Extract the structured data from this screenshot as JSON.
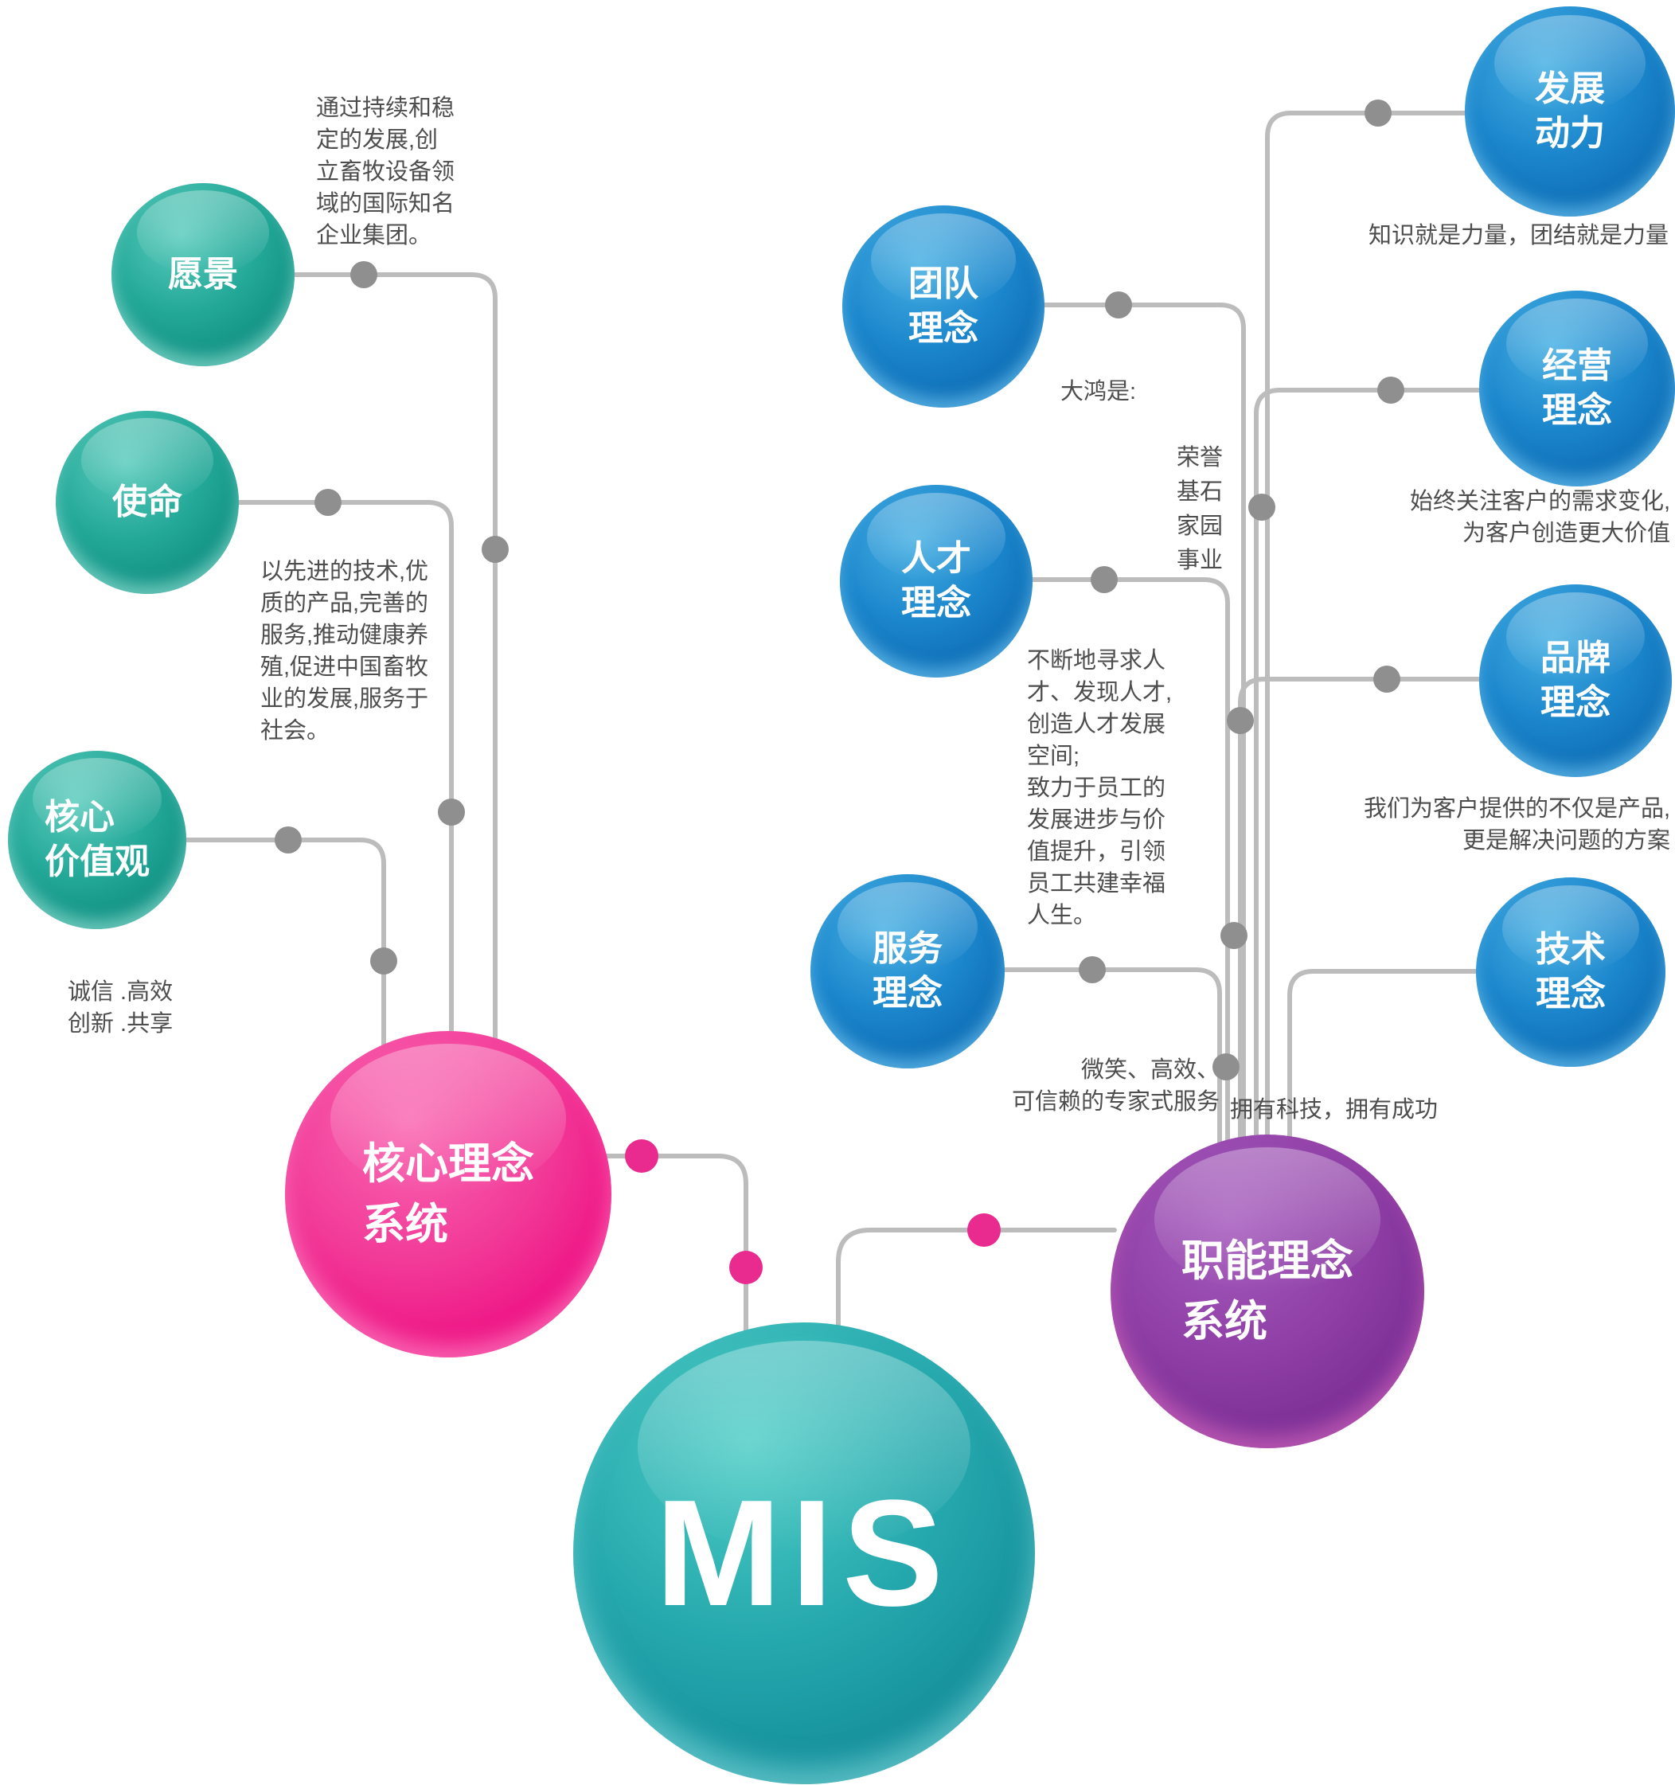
{
  "diagram": {
    "center": {
      "label": "MIS"
    },
    "core_hub": {
      "label": "核心理念\n系统"
    },
    "functional_hub": {
      "label": "职能理念\n系统"
    },
    "vision": {
      "label": "愿景",
      "note": "通过持续和稳定的发展,创立畜牧设备领域的国际知名企业集团。"
    },
    "mission": {
      "label": "使命",
      "note": "以先进的技术,优质的产品,完善的服务,推动健康养殖,促进中国畜牧业的发展,服务于社会。"
    },
    "values": {
      "label": "核心\n价值观",
      "note": "诚信 .高效\n创新 .共享"
    },
    "team": {
      "label": "团队\n理念",
      "note_title": "大鸿是:",
      "note_items": "荣誉\n基石\n家园\n事业"
    },
    "talent": {
      "label": "人才\n理念",
      "note": "不断地寻求人才、发现人才,创造人才发展空间;\n致力于员工的发展进步与价值提升，引领员工共建幸福人生。"
    },
    "service": {
      "label": "服务\n理念",
      "note": "微笑、高效、\n可信赖的专家式服务"
    },
    "development": {
      "label": "发展\n动力",
      "note": "知识就是力量，团结就是力量"
    },
    "business": {
      "label": "经营\n理念",
      "note": "始终关注客户的需求变化,\n为客户创造更大价值"
    },
    "brand": {
      "label": "品牌\n理念",
      "note": "我们为客户提供的不仅是产品,\n更是解决问题的方案"
    },
    "tech": {
      "label": "技术\n理念",
      "note": "拥有科技，拥有成功"
    }
  },
  "colors": {
    "teal": "#18a193",
    "blue": "#1379c0",
    "pink": "#ee1384",
    "purple": "#7c2f96",
    "center_teal": "#18929e",
    "line": "#bcbcbc",
    "dot_gray": "#8f8f8f",
    "dot_pink": "#e92a8e"
  }
}
